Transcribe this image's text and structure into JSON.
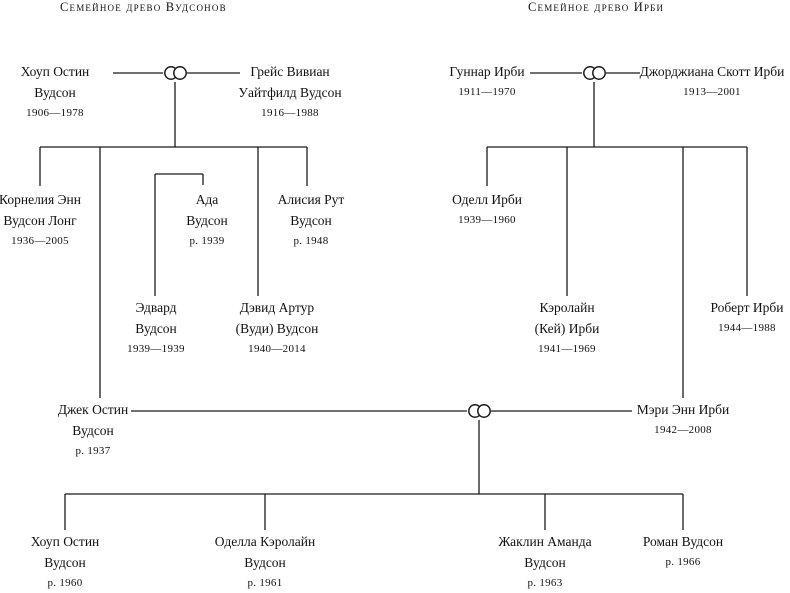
{
  "titles": {
    "woodson": "Семейное древо Вудсонов",
    "irby": "Семейное древо Ирби"
  },
  "people": {
    "hope_sr": {
      "line1": "Хоуп Остин",
      "line2": "Вудсон",
      "dates": "1906—1978"
    },
    "grace": {
      "line1": "Грейс Вивиан",
      "line2": "Уайтфилд Вудсон",
      "dates": "1916—1988"
    },
    "cornelia": {
      "line1": "Корнелия Энн",
      "line2": "Вудсон Лонг",
      "dates": "1936—2005"
    },
    "ada": {
      "line1": "Ада",
      "line2": "Вудсон",
      "dates": "р. 1939"
    },
    "alicia": {
      "line1": "Алисия Рут",
      "line2": "Вудсон",
      "dates": "р. 1948"
    },
    "edward": {
      "line1": "Эдвард",
      "line2": "Вудсон",
      "dates": "1939—1939"
    },
    "david": {
      "line1": "Дэвид Артур",
      "line2": "(Вуди) Вудсон",
      "dates": "1940—2014"
    },
    "jack": {
      "line1": "Джек Остин",
      "line2": "Вудсон",
      "dates": "р. 1937"
    },
    "gunnar": {
      "line1": "Гуннар Ирби",
      "dates": "1911—1970"
    },
    "georgiana": {
      "line1": "Джорджиана Скотт Ирби",
      "dates": "1913—2001"
    },
    "odell": {
      "line1": "Оделл Ирби",
      "dates": "1939—1960"
    },
    "caroline": {
      "line1": "Кэролайн",
      "line2": "(Кей) Ирби",
      "dates": "1941—1969"
    },
    "robert": {
      "line1": "Роберт Ирби",
      "dates": "1944—1988"
    },
    "mary": {
      "line1": "Мэри Энн Ирби",
      "dates": "1942—2008"
    },
    "hope_jr": {
      "line1": "Хоуп Остин",
      "line2": "Вудсон",
      "dates": "р. 1960"
    },
    "odella": {
      "line1": "Оделла Кэролайн",
      "line2": "Вудсон",
      "dates": "р. 1961"
    },
    "jacqueline": {
      "line1": "Жаклин Аманда",
      "line2": "Вудсон",
      "dates": "р. 1963"
    },
    "roman": {
      "line1": "Роман Вудсон",
      "dates": "р. 1966"
    }
  }
}
